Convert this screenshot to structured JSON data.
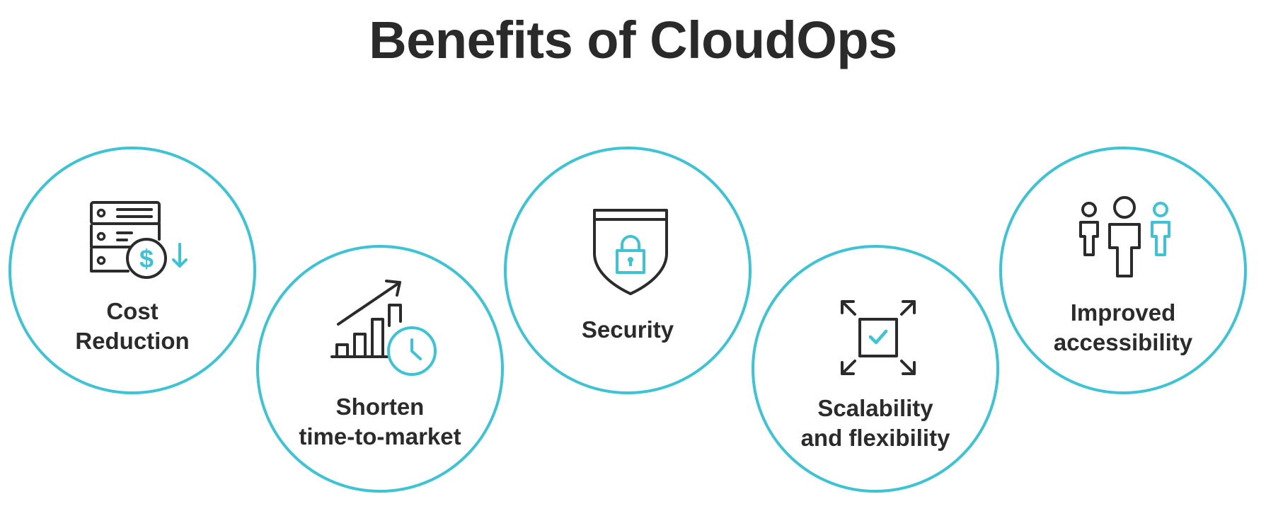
{
  "title": "Benefits of CloudOps",
  "colors": {
    "accent": "#3ec3d5",
    "ink": "#2b2b2b"
  },
  "benefits": [
    {
      "icon": "server-cost-icon",
      "line1": "Cost",
      "line2": "Reduction"
    },
    {
      "icon": "growth-clock-icon",
      "line1": "Shorten",
      "line2": "time-to-market"
    },
    {
      "icon": "shield-lock-icon",
      "line1": "Security",
      "line2": ""
    },
    {
      "icon": "expand-check-icon",
      "line1": "Scalability",
      "line2": "and flexibility"
    },
    {
      "icon": "people-icon",
      "line1": "Improved",
      "line2": "accessibility"
    }
  ]
}
